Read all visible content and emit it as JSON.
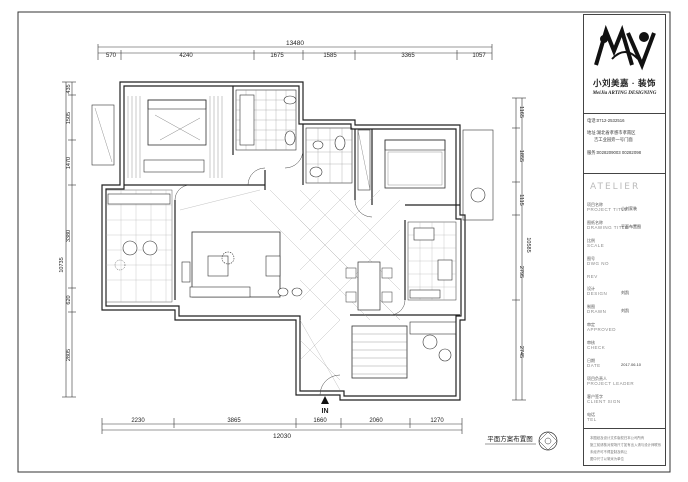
{
  "drawing": {
    "title": "平面方案布置图",
    "north_marker": "IN",
    "dims_top": {
      "total": "13480",
      "segments": [
        "570",
        "4240",
        "1675",
        "1585",
        "3365",
        "1057"
      ]
    },
    "dims_bottom": {
      "total": "12030",
      "segments": [
        "2230",
        "3865",
        "1660",
        "2060",
        "1270"
      ]
    },
    "dims_left": {
      "total": "10735",
      "segments": [
        "435",
        "1505",
        "1470",
        "3380",
        "620",
        "2805"
      ]
    },
    "dims_right": {
      "total": "10585",
      "segments": [
        "1165",
        "1855",
        "1115",
        "2795",
        "2745"
      ]
    }
  },
  "company": {
    "name_cn": "小刘美嘉 · 装饰",
    "name_en": "MeiJia ARTING DESIGNING",
    "phone": "电话:0712-2532516",
    "address_line1": "地址:湖北省孝感市孝南区",
    "address_line2": "吉工业园旁一号门面",
    "fax": "服务:0028209003  00282098"
  },
  "title_block": {
    "atelier": "ATELIER",
    "fields": [
      {
        "cn": "项目名称",
        "en": "PROJECT TITLE",
        "value": "小刘家装 "
      },
      {
        "cn": "图纸名称",
        "en": "DRAWING TITLE",
        "value": "平面布置图"
      },
      {
        "cn": "比例",
        "en": "SCALE",
        "value": ""
      },
      {
        "cn": "图号",
        "en": "DWG NO",
        "value": ""
      },
      {
        "cn": "",
        "en": "REV",
        "value": ""
      },
      {
        "cn": "设计",
        "en": "DESIGN",
        "value": "刘凯"
      },
      {
        "cn": "制图",
        "en": "DRAWN",
        "value": "刘凯"
      },
      {
        "cn": "审定",
        "en": "APPROVED",
        "value": ""
      },
      {
        "cn": "审核",
        "en": "CHECK",
        "value": ""
      },
      {
        "cn": "日期",
        "en": "DATE",
        "value": "2017.06.10"
      },
      {
        "cn": "项目负责人",
        "en": "PROJECT LEADER",
        "value": ""
      },
      {
        "cn": "客户签字",
        "en": "CLIENT SIGN",
        "value": ""
      },
      {
        "cn": "电话",
        "en": "TEL",
        "value": ""
      }
    ],
    "notes": [
      "本图纸及设计文件版权归本公司所有",
      "施工前请核对现场尺寸如有出入请与设计师联系",
      "未经许可不得复制及转让",
      "图中尺寸以毫米为单位"
    ]
  }
}
